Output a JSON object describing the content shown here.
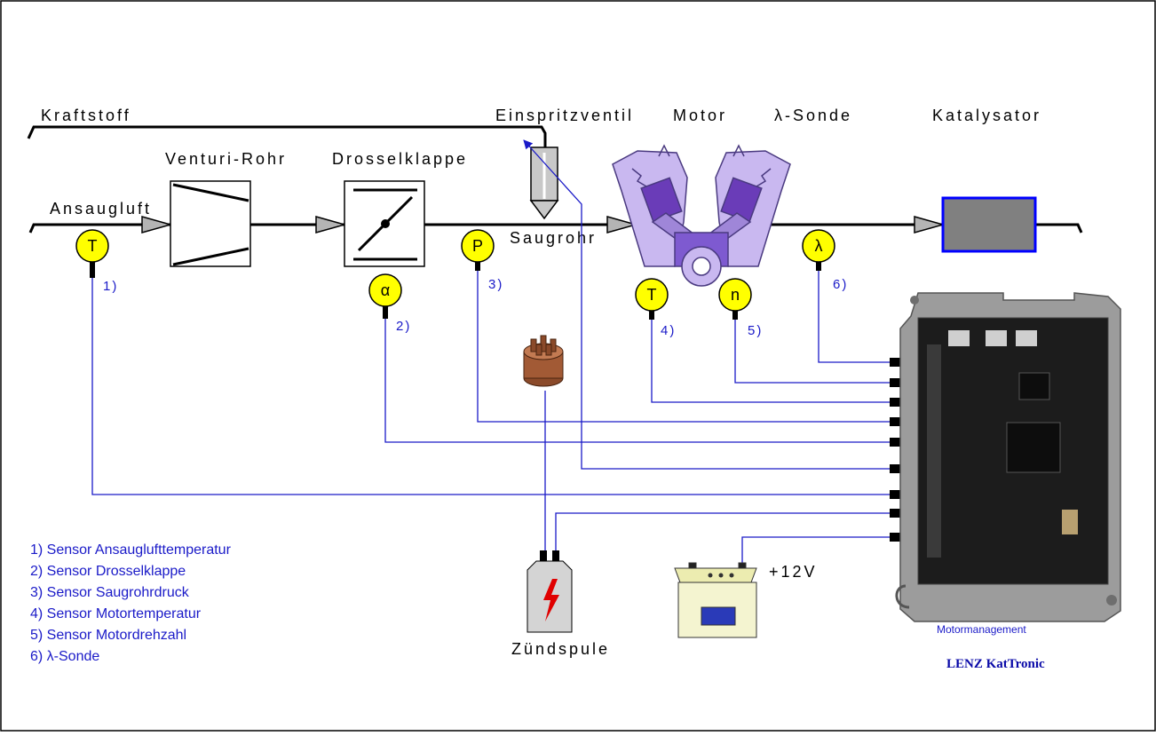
{
  "labels": {
    "kraftstoff": "Kraftstoff",
    "ansaugluft": "Ansaugluft",
    "venturi": "Venturi-Rohr",
    "drossel": "Drosselklappe",
    "einspritz": "Einspritzventil",
    "saugrohr": "Saugrohr",
    "motor": "Motor",
    "lambda": "λ-Sonde",
    "katalysator": "Katalysator",
    "zuendspule": "Zündspule",
    "voltage": "+12V",
    "ecu_title": "Motormanagement",
    "brand": "LENZ KatTronic"
  },
  "sensors": {
    "s1": {
      "symbol": "T",
      "num": "1)"
    },
    "s2": {
      "symbol": "α",
      "num": "2)"
    },
    "s3": {
      "symbol": "P",
      "num": "3)"
    },
    "s4": {
      "symbol": "T",
      "num": "4)"
    },
    "s5": {
      "symbol": "n",
      "num": "5)"
    },
    "s6": {
      "symbol": "λ",
      "num": "6)"
    }
  },
  "legend": [
    "1) Sensor Ansauglufttemperatur",
    "2) Sensor Drosselklappe",
    "3) Sensor Saugrohrdruck",
    "4) Sensor Motortemperatur",
    "5) Sensor Motordrehzahl",
    "6) λ-Sonde"
  ],
  "colors": {
    "wire": "#1a1ac8",
    "sensor_fill": "#ffff00",
    "arrow_fill": "#b4b4b4",
    "catalyst_fill": "#808080",
    "catalyst_border": "#0000ff",
    "engine": "#9f86d8"
  }
}
